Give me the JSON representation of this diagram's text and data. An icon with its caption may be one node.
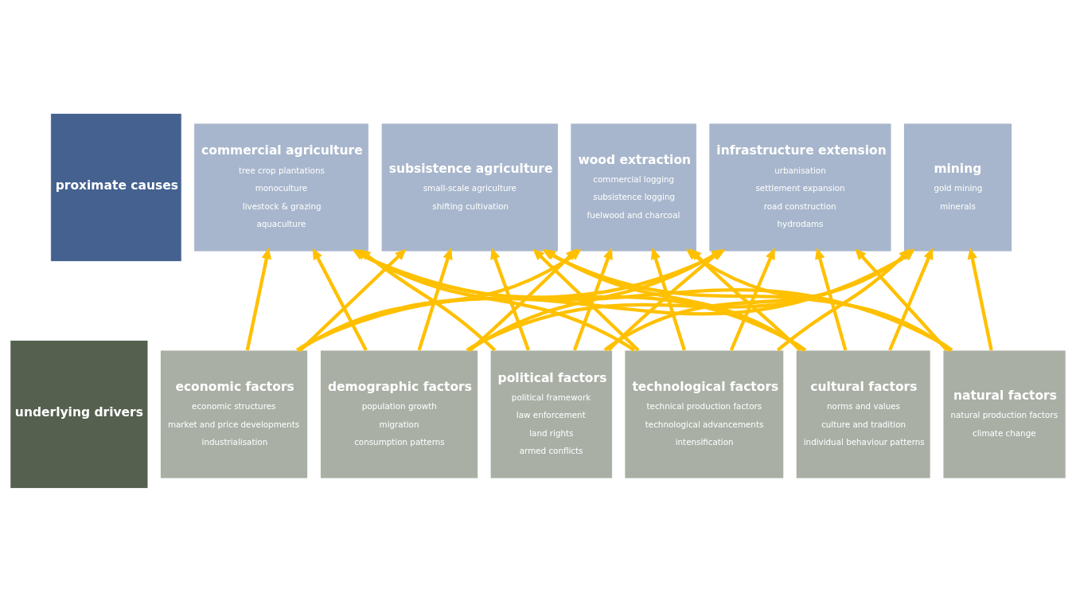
{
  "diagram": {
    "nodes": [
      {
        "text": [
          "proximate causes"
        ]
      },
      {
        "text": [
          "commercial agriculture",
          "tree crop plantations",
          "monoculture",
          "livestock & grazing",
          "aquaculture"
        ]
      },
      {
        "text": [
          "subsistence agriculture",
          "small-scale agriculture",
          "shifting cultivation"
        ]
      },
      {
        "text": [
          "wood extraction",
          "commercial logging",
          "subsistence logging",
          "fuelwood and charcoal"
        ]
      },
      {
        "text": [
          "infrastructure extension",
          "urbanisation",
          "settlement expansion",
          "road construction",
          "hydrodams"
        ]
      },
      {
        "text": [
          "mining",
          "gold mining",
          "minerals"
        ]
      },
      {
        "text": [
          "underlying drivers"
        ]
      },
      {
        "text": [
          "economic factors",
          "economic structures",
          "market and price developments",
          "industrialisation"
        ]
      },
      {
        "text": [
          "demographic factors",
          "population growth",
          "migration",
          "consumption patterns"
        ]
      },
      {
        "text": [
          "political factors",
          "political framework",
          "law enforcement",
          "land rights",
          "armed conflicts"
        ]
      },
      {
        "text": [
          "technological factors",
          "technical production factors",
          "technological advancements",
          "intensification"
        ]
      },
      {
        "text": [
          "cultural factors",
          "norms and values",
          "culture and tradition",
          "individual behaviour patterns"
        ]
      },
      {
        "text": [
          "natural factors",
          "natural production factors",
          "climate change"
        ]
      }
    ],
    "edges": [
      {
        "from": 7,
        "to": 1,
        "arrow": "to"
      },
      {
        "from": 7,
        "to": 2,
        "arrow": "to"
      },
      {
        "from": 7,
        "to": 3,
        "arrow": "to"
      },
      {
        "from": 7,
        "to": 4,
        "arrow": "to"
      },
      {
        "from": 7,
        "to": 5,
        "arrow": "to"
      },
      {
        "from": 8,
        "to": 1,
        "arrow": "to"
      },
      {
        "from": 8,
        "to": 2,
        "arrow": "to"
      },
      {
        "from": 8,
        "to": 3,
        "arrow": "to"
      },
      {
        "from": 8,
        "to": 4,
        "arrow": "to"
      },
      {
        "from": 8,
        "to": 5,
        "arrow": "to"
      },
      {
        "from": 9,
        "to": 1,
        "arrow": "to"
      },
      {
        "from": 9,
        "to": 2,
        "arrow": "to"
      },
      {
        "from": 9,
        "to": 3,
        "arrow": "to"
      },
      {
        "from": 9,
        "to": 4,
        "arrow": "to"
      },
      {
        "from": 9,
        "to": 5,
        "arrow": "to"
      },
      {
        "from": 10,
        "to": 1,
        "arrow": "to"
      },
      {
        "from": 10,
        "to": 2,
        "arrow": "to"
      },
      {
        "from": 10,
        "to": 3,
        "arrow": "to"
      },
      {
        "from": 10,
        "to": 4,
        "arrow": "to"
      },
      {
        "from": 10,
        "to": 5,
        "arrow": "to"
      },
      {
        "from": 11,
        "to": 1,
        "arrow": "to"
      },
      {
        "from": 11,
        "to": 2,
        "arrow": "to"
      },
      {
        "from": 11,
        "to": 3,
        "arrow": "to"
      },
      {
        "from": 11,
        "to": 4,
        "arrow": "to"
      },
      {
        "from": 11,
        "to": 5,
        "arrow": "to"
      },
      {
        "from": 12,
        "to": 1,
        "arrow": "to"
      },
      {
        "from": 12,
        "to": 2,
        "arrow": "to"
      },
      {
        "from": 12,
        "to": 3,
        "arrow": "to"
      },
      {
        "from": 12,
        "to": 4,
        "arrow": "to"
      },
      {
        "from": 12,
        "to": 5,
        "arrow": "to"
      }
    ]
  }
}
